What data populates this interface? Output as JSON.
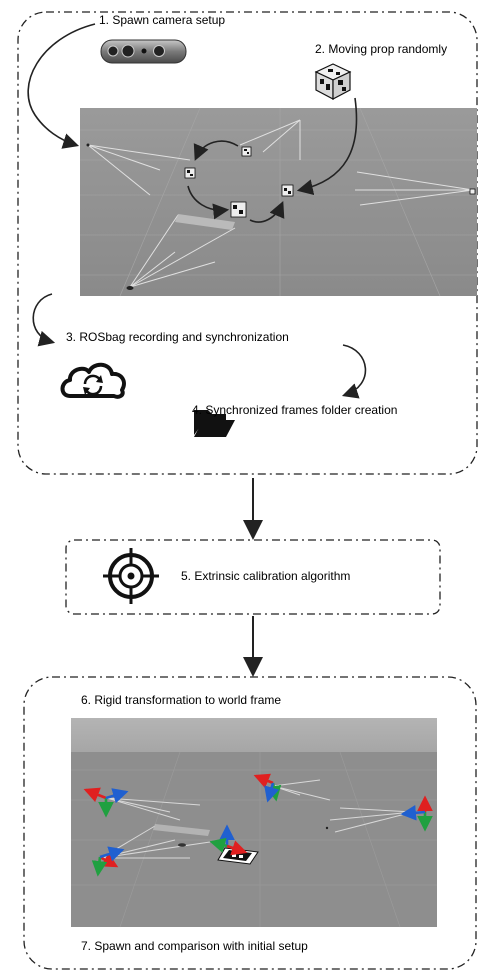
{
  "steps": {
    "s1": "1. Spawn camera setup",
    "s2": "2. Moving prop randomly",
    "s3": "3. ROSbag recording and synchronization",
    "s4": "4. Synchronized frames folder creation",
    "s5": "5. Extrinsic calibration algorithm",
    "s6": "6. Rigid transformation to world frame",
    "s7": "7. Spawn and comparison with initial setup"
  },
  "icons": {
    "camera": "depth-camera-icon",
    "prop": "aruco-cube-icon",
    "cloud": "cloud-sync-icon",
    "folder": "folder-icon",
    "target": "crosshair-target-icon"
  },
  "colors": {
    "scene_gray": "#8f8f8f",
    "axis_x": "#e02020",
    "axis_y": "#20a040",
    "axis_z": "#2060d0"
  }
}
